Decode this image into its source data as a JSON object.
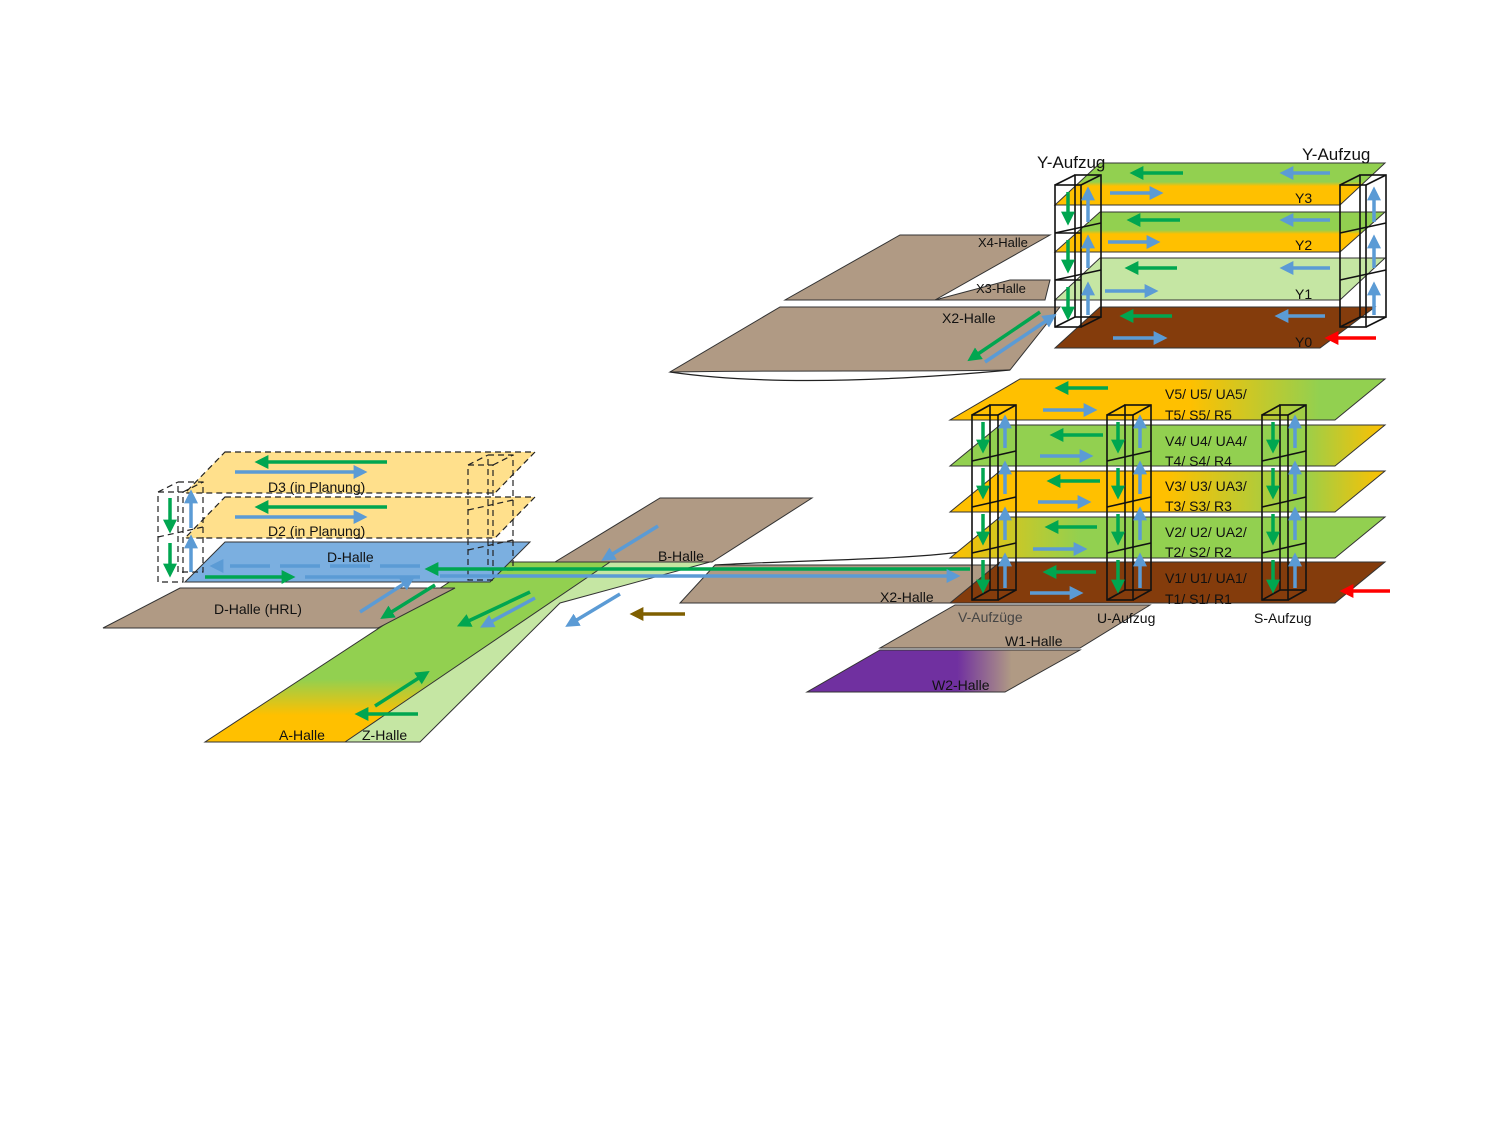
{
  "labels": {
    "y_aufzug_left": "Y-Aufzug",
    "y_aufzug_right": "Y-Aufzug",
    "y3": "Y3",
    "y2": "Y2",
    "y1": "Y1",
    "y0": "Y0",
    "x4": "X4-Halle",
    "x3": "X3-Halle",
    "x2_top": "X2-Halle",
    "x2_bottom": "X2-Halle",
    "v5a": "V5/ U5/ UA5/",
    "v5b": "T5/ S5/ R5",
    "v4a": "V4/ U4/ UA4/",
    "v4b": "T4/ S4/ R4",
    "v3a": "V3/ U3/ UA3/",
    "v3b": "T3/ S3/ R3",
    "v2a": "V2/ U2/ UA2/",
    "v2b": "T2/ S2/ R2",
    "v1a": "V1/ U1/ UA1/",
    "v1b": "T1/ S1/ R1",
    "v_aufzuege": "V-Aufzüge",
    "u_aufzug": "U-Aufzug",
    "s_aufzug": "S-Aufzug",
    "w1": "W1-Halle",
    "w2": "W2-Halle",
    "b": "B-Halle",
    "d3": "D3 (in Planung)",
    "d2": "D2 (in Planung)",
    "d": "D-Halle",
    "d_hrl": "D-Halle (HRL)",
    "a": "A-Halle",
    "z": "Z-Halle"
  },
  "colors": {
    "tan": "#b09a84",
    "orange": "#ffc000",
    "green": "#92d050",
    "light_green": "#c5e6a3",
    "brown": "#843c0c",
    "blue_floor": "#7bafe0",
    "light_orange": "#ffe08c",
    "purple": "#7030a0",
    "arrow_green": "#00a650",
    "arrow_blue": "#5b9bd5",
    "arrow_red": "#ff0000",
    "arrow_brown": "#7f5f00"
  }
}
